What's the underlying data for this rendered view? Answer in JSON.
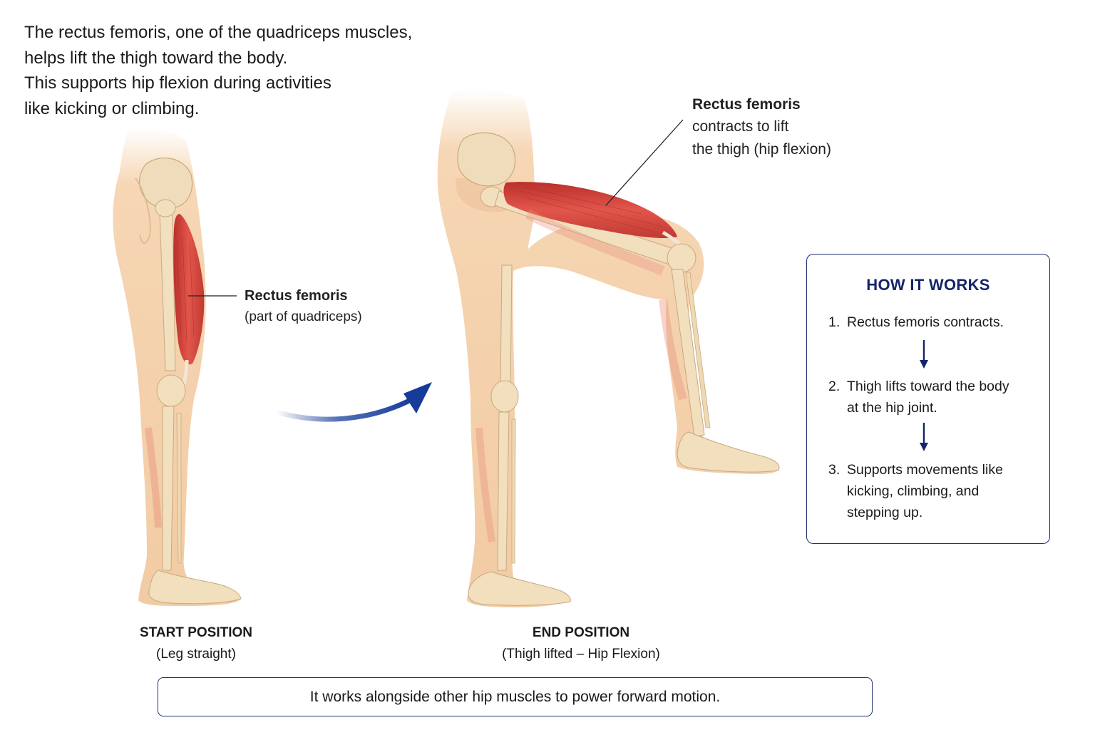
{
  "intro": {
    "lines": [
      "The rectus femoris, one of the quadriceps muscles,",
      "helps lift the thigh toward the body.",
      "This supports hip flexion during activities",
      "like kicking or climbing."
    ]
  },
  "start_callout": {
    "title": "Rectus femoris",
    "subtitle": "(part of quadriceps)"
  },
  "end_callout": {
    "title": "Rectus femoris",
    "line1": "contracts to lift",
    "line2": "the thigh (hip flexion)"
  },
  "start_caption": {
    "title": "START POSITION",
    "subtitle": "(Leg straight)"
  },
  "end_caption": {
    "title": "END POSITION",
    "subtitle": "(Thigh lifted – Hip Flexion)"
  },
  "how_it_works": {
    "title": "HOW IT WORKS",
    "steps": [
      {
        "num": "1.",
        "text": "Rectus femoris contracts."
      },
      {
        "num": "2.",
        "line1": "Thigh lifts toward the body",
        "line2": "at the hip joint."
      },
      {
        "num": "3.",
        "line1": "Supports movements like",
        "line2": "kicking, climbing, and",
        "line3": "stepping up."
      }
    ]
  },
  "footer": {
    "text": "It works alongside other hip muscles to power forward motion."
  },
  "colors": {
    "accent_navy": "#14256b",
    "box_border": "#1d2f6f",
    "skin": "#f2cba3",
    "bone": "#f1dcb8",
    "muscle": "#d9473f"
  },
  "icons": [
    "curved-arrow-icon",
    "down-arrow-icon"
  ]
}
